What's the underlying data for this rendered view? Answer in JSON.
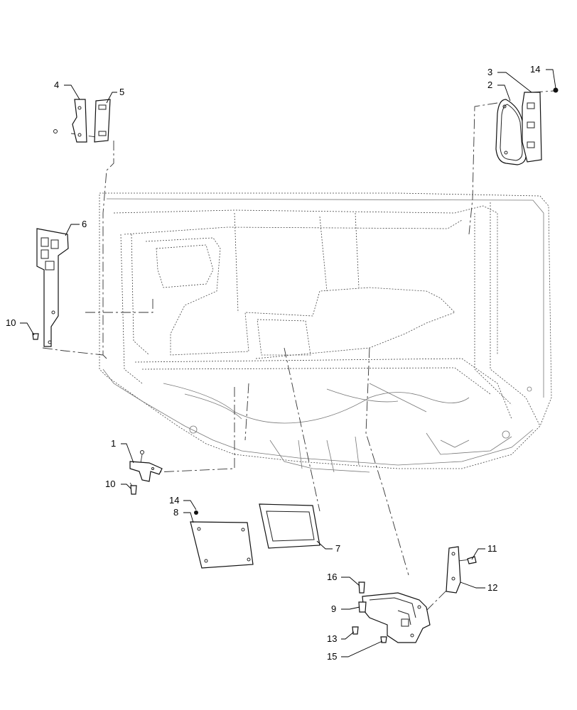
{
  "diagram": {
    "callouts": [
      {
        "id": "c1",
        "label": "1"
      },
      {
        "id": "c2",
        "label": "2"
      },
      {
        "id": "c3",
        "label": "3"
      },
      {
        "id": "c4",
        "label": "4"
      },
      {
        "id": "c5",
        "label": "5"
      },
      {
        "id": "c6",
        "label": "6"
      },
      {
        "id": "c7",
        "label": "7"
      },
      {
        "id": "c8",
        "label": "8"
      },
      {
        "id": "c9",
        "label": "9"
      },
      {
        "id": "c10a",
        "label": "10"
      },
      {
        "id": "c10b",
        "label": "10"
      },
      {
        "id": "c11",
        "label": "11"
      },
      {
        "id": "c12",
        "label": "12"
      },
      {
        "id": "c13",
        "label": "13"
      },
      {
        "id": "c14a",
        "label": "14"
      },
      {
        "id": "c14b",
        "label": "14"
      },
      {
        "id": "c15",
        "label": "15"
      },
      {
        "id": "c16",
        "label": "16"
      }
    ]
  }
}
